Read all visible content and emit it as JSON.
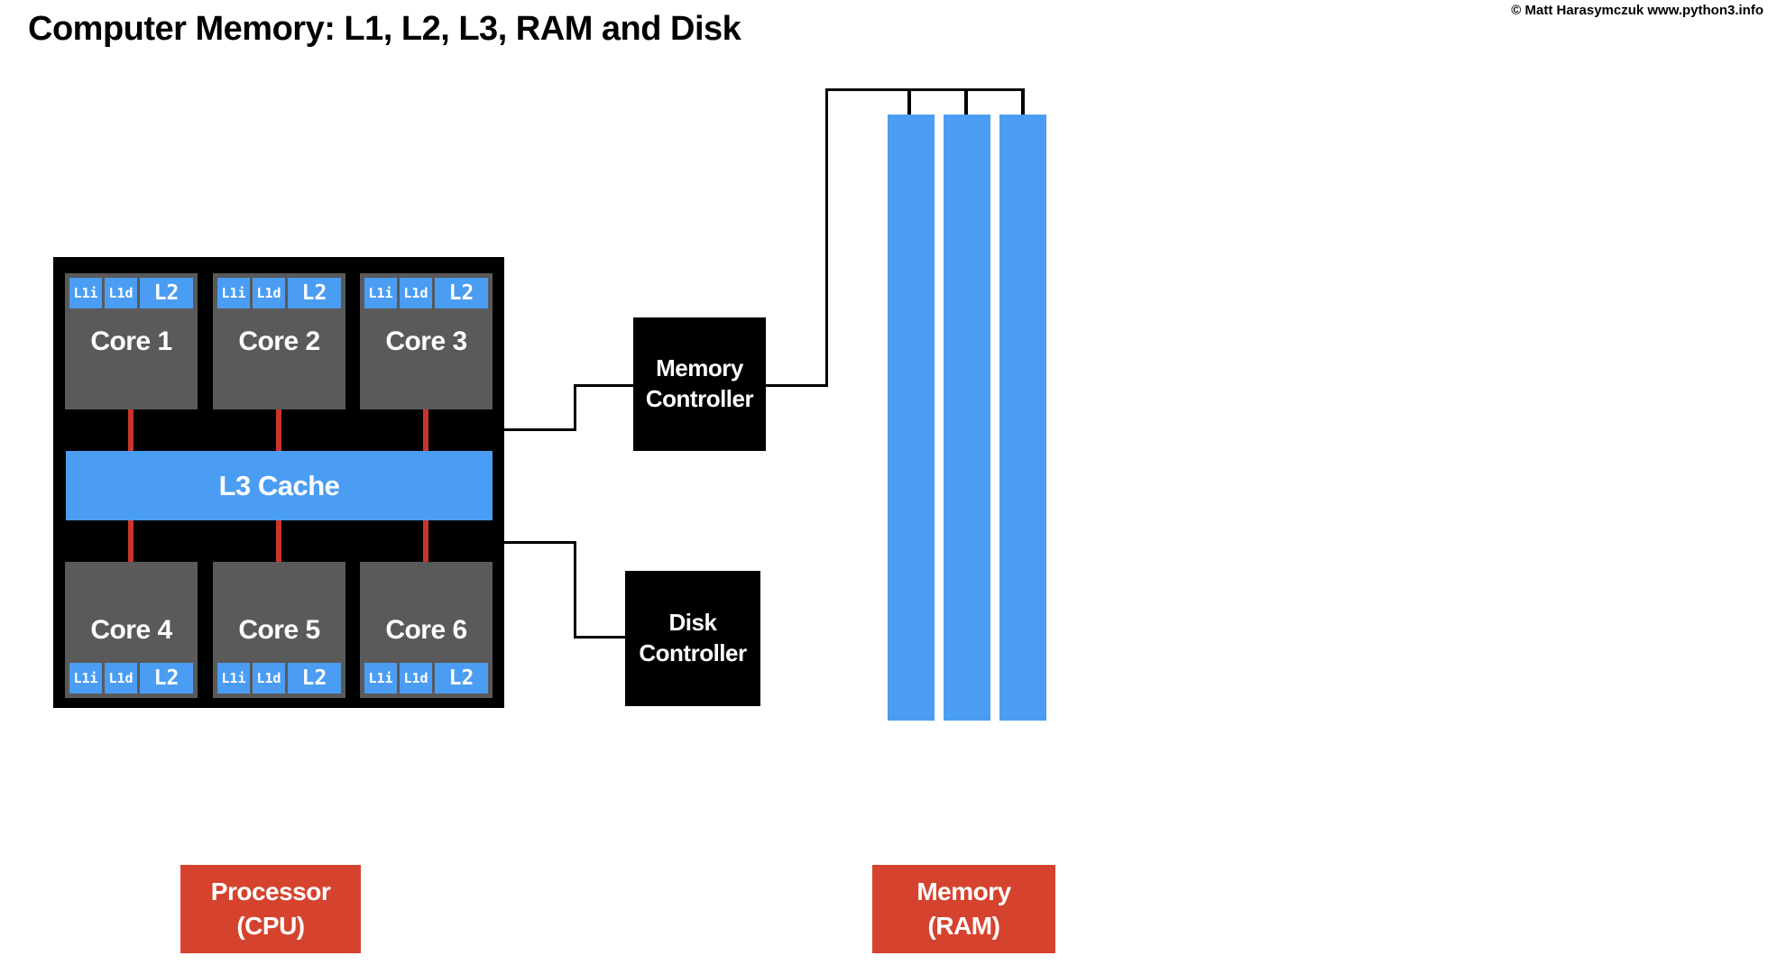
{
  "title": "Computer Memory: L1, L2, L3, RAM and Disk",
  "copyright": "© Matt Harasymczuk www.python3.info",
  "colors": {
    "blue": "#4A9DF3",
    "gray": "#5A5A5A",
    "black": "#000000",
    "red_line": "#C9352A",
    "red_box": "#D5432F",
    "white": "#FFFFFF"
  },
  "cpu": {
    "l3_label": "L3 Cache",
    "cores": [
      {
        "label": "Core 1",
        "l1i": "L1i",
        "l1d": "L1d",
        "l2": "L2"
      },
      {
        "label": "Core 2",
        "l1i": "L1i",
        "l1d": "L1d",
        "l2": "L2"
      },
      {
        "label": "Core 3",
        "l1i": "L1i",
        "l1d": "L1d",
        "l2": "L2"
      },
      {
        "label": "Core 4",
        "l1i": "L1i",
        "l1d": "L1d",
        "l2": "L2"
      },
      {
        "label": "Core 5",
        "l1i": "L1i",
        "l1d": "L1d",
        "l2": "L2"
      },
      {
        "label": "Core 6",
        "l1i": "L1i",
        "l1d": "L1d",
        "l2": "L2"
      }
    ]
  },
  "memory_controller": {
    "line1": "Memory",
    "line2": "Controller"
  },
  "disk_controller": {
    "line1": "Disk",
    "line2": "Controller"
  },
  "ram": {
    "stick_count": 3
  },
  "labels": {
    "processor": {
      "line1": "Processor",
      "line2": "(CPU)"
    },
    "memory": {
      "line1": "Memory",
      "line2": "(RAM)"
    }
  }
}
